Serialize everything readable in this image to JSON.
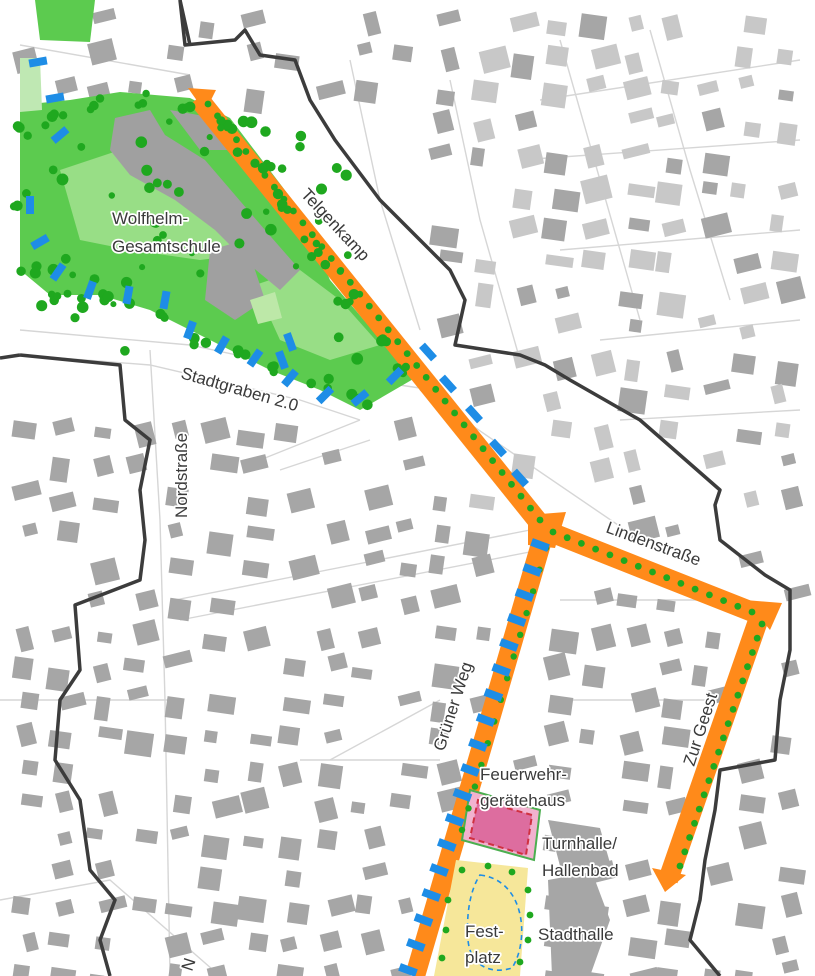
{
  "colors": {
    "background": "#ffffff",
    "building": "#a6a6a6",
    "building_light": "#c8c8c8",
    "road_outline": "#d4d4d4",
    "boundary": "#3c3c3c",
    "green_area": "#5ccb4f",
    "green_light": "#9fe08c",
    "tree": "#1fa81f",
    "orange_route": "#ff8a1a",
    "blue_marker": "#1e8de6",
    "fire_station": "#e77aa8",
    "fire_station_border": "#d03040",
    "festplatz": "#f6e79a"
  },
  "labels": {
    "school": [
      "Wolfhelm-",
      "Gesamtschule"
    ],
    "telgenkamp": "Telgenkamp",
    "stadtgraben": "Stadtgraben 2.0",
    "nordstrasse": "Nordstraße",
    "lindenstrasse": "Lindenstraße",
    "gruener_weg": "Grüner Weg",
    "zur_geest": "Zur Geest",
    "feuerwehr": [
      "Feuerwehr-",
      "gerätehaus"
    ],
    "turnhalle": [
      "Turnhalle/",
      "Hallenbad"
    ],
    "festplatz": [
      "Fest-",
      "platz"
    ],
    "stadthalle": "Stadthalle",
    "nordstrasse_fragment": "N"
  },
  "icons": {
    "tree": "tree-dot-icon",
    "marker": "blue-dash-marker-icon",
    "arrow": "route-end-arrow-icon"
  }
}
